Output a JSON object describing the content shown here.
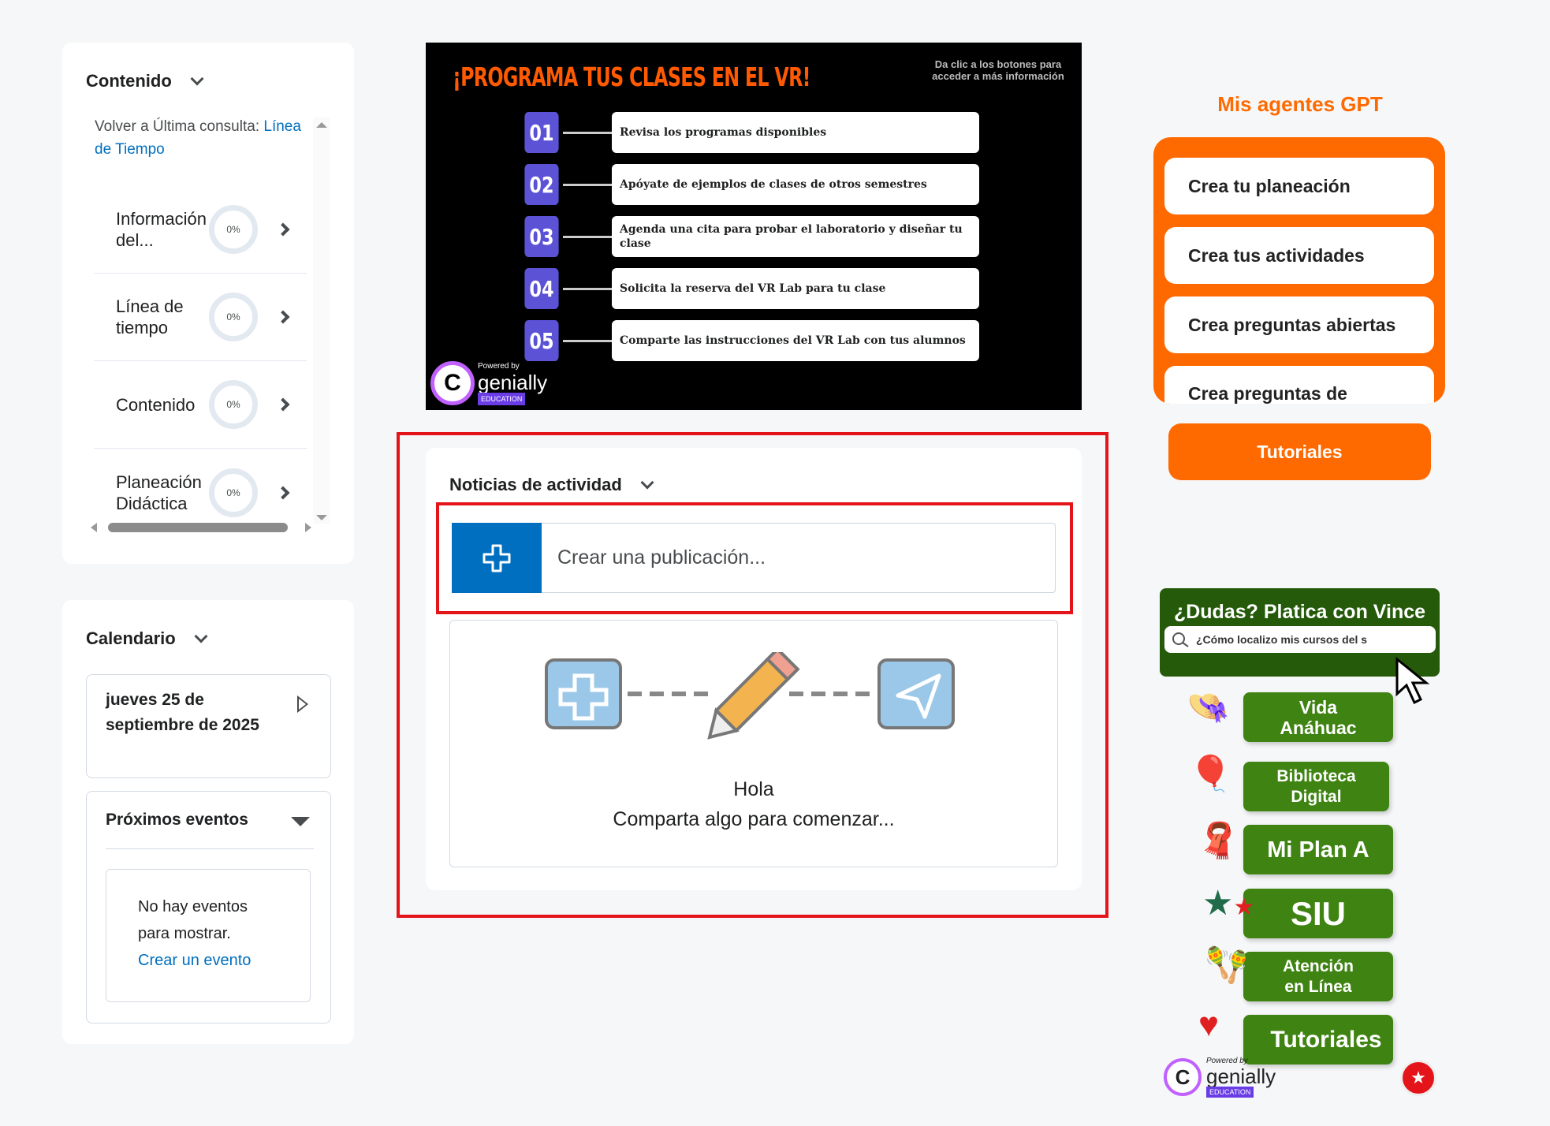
{
  "content_widget": {
    "title": "Contenido",
    "last_visit_prefix": "Volver a Última consulta:",
    "last_visit_link": "Línea de Tiempo",
    "items": [
      {
        "label": "Información del...",
        "progress": "0%"
      },
      {
        "label": "Línea de tiempo",
        "progress": "0%"
      },
      {
        "label": "Contenido",
        "progress": "0%"
      },
      {
        "label": "Planeación Didáctica",
        "progress": "0%"
      }
    ]
  },
  "calendar": {
    "title": "Calendario",
    "date": "jueves 25 de septiembre de 2025",
    "upcoming_title": "Próximos eventos",
    "no_events": "No hay eventos para mostrar.",
    "create_event": "Crear un evento"
  },
  "banner": {
    "title": "¡PROGRAMA TUS CLASES EN EL VR!",
    "hint": "Da clic a los botones para acceder a más información",
    "steps": [
      {
        "num": "01",
        "text": "Revisa los programas disponibles"
      },
      {
        "num": "02",
        "text": "Apóyate de ejemplos de clases de otros semestres"
      },
      {
        "num": "03",
        "text": "Agenda una cita para probar el laboratorio y diseñar tu clase"
      },
      {
        "num": "04",
        "text": "Solicita la reserva del VR Lab para tu clase"
      },
      {
        "num": "05",
        "text": "Comparte las instrucciones del VR Lab con tus alumnos"
      }
    ],
    "powered": "Powered by",
    "brand": "genially",
    "edu": "EDUCATION"
  },
  "activity": {
    "title": "Noticias de actividad",
    "create_post": "Crear una publicación...",
    "empty_title": "Hola",
    "empty_text": "Comparta algo para comenzar..."
  },
  "gpt": {
    "title": "Mis agentes GPT",
    "agents": [
      "Crea tu planeación",
      "Crea tus actividades",
      "Crea preguntas abiertas",
      "Crea preguntas de"
    ],
    "tutorials": "Tutoriales"
  },
  "vince": {
    "title": "¿Dudas? Platica con Vince",
    "search": "¿Cómo localizo mis cursos del s"
  },
  "links": [
    "Vida Anáhuac",
    "Biblioteca Digital",
    "Mi Plan A",
    "SIU",
    "Atención en Línea",
    "Tutoriales"
  ],
  "colors": {
    "orange": "#ff6a00",
    "green": "#3f8412",
    "dark_green": "#245a0a",
    "blue": "#006fbf",
    "red_outline": "#e3151a"
  }
}
